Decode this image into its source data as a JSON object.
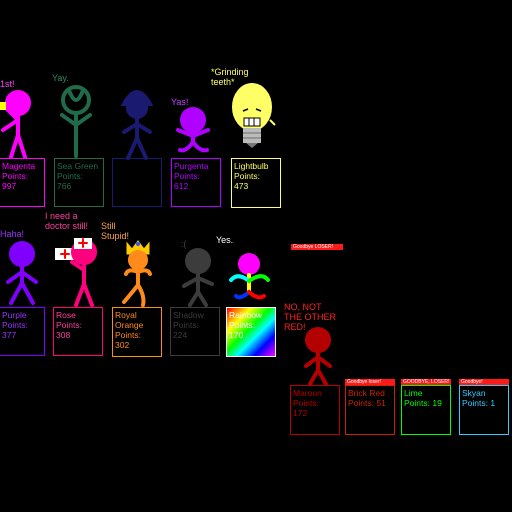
{
  "contestants": [
    {
      "id": "magenta",
      "name": "Magenta",
      "points": "997",
      "speech": "1st!",
      "color": "#ff00ff",
      "speech_color": "#ff3fff"
    },
    {
      "id": "sea-green",
      "name": "Sea Green",
      "points": "766",
      "speech": "Yay.",
      "color": "#1f6b4a",
      "speech_color": "#2e8b57"
    },
    {
      "id": "navy",
      "name": "",
      "points": "",
      "speech": "",
      "color": "#1a1a70",
      "speech_color": "#1a1a70"
    },
    {
      "id": "purgenta",
      "name": "Purgenta",
      "points": "612",
      "speech": "Yas!",
      "color": "#b000ff",
      "speech_color": "#c040ff"
    },
    {
      "id": "lightbulb",
      "name": "Lightbulb",
      "points": "473",
      "speech": "*Grinding teeth*",
      "color": "#ffff66",
      "speech_color": "#ffff66"
    },
    {
      "id": "purple",
      "name": "Purple",
      "points": "377",
      "speech": "Haha!",
      "color": "#7f00ff",
      "speech_color": "#9933ff"
    },
    {
      "id": "rose",
      "name": "Rose",
      "points": "308",
      "speech": "I need a doctor still!",
      "color": "#ff007f",
      "speech_color": "#ff3fa0"
    },
    {
      "id": "royal-orange",
      "name": "Royal Orange",
      "points": "302",
      "speech": "Still Stupid!",
      "color": "#ff8c1a",
      "speech_color": "#ffa040"
    },
    {
      "id": "shadow",
      "name": "Shadow",
      "points": "224",
      "speech": ":(",
      "color": "#3c3c3c",
      "speech_color": "#444444"
    },
    {
      "id": "rainbow",
      "name": "Rainbow",
      "points": "170",
      "speech": "Yes.",
      "color": "#ffffff",
      "speech_color": "#ffffff"
    },
    {
      "id": "maroon",
      "name": "Maroon",
      "points": "172",
      "speech": "NO, NOT THE OTHER RED!",
      "color": "#b30000",
      "speech_color": "#ff2020"
    },
    {
      "id": "brick-red",
      "name": "Brick Red",
      "points": "51",
      "speech": "",
      "color": "#cc2200",
      "speech_color": "#cc2200"
    },
    {
      "id": "lime",
      "name": "Lime",
      "points": "19",
      "speech": "",
      "color": "#00ff00",
      "speech_color": "#00ff00"
    },
    {
      "id": "skyan",
      "name": "Skyan",
      "points": "1",
      "speech": "",
      "color": "#33ccff",
      "speech_color": "#33ccff"
    }
  ],
  "labels": {
    "points_prefix": "Points: ",
    "points_label": "Points:"
  },
  "banners": {
    "goodbye_loser": "Goodbye LOSER!",
    "goodbye_brick": "Goodbye loser!",
    "goodbye_lime": "GOODBYE, LOSER!",
    "goodbye_skyan": "Goodbye!"
  }
}
